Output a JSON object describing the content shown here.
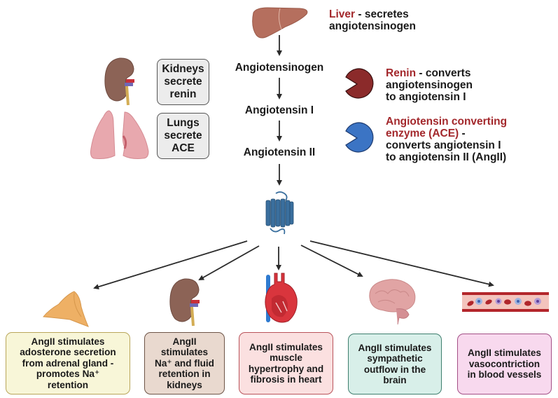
{
  "pathway": {
    "liver": {
      "name": "Liver",
      "rest": " - secretes",
      "line2": "angiotensinogen"
    },
    "steps": [
      "Angiotensinogen",
      "Angiotensin I",
      "Angiotensin II"
    ]
  },
  "organs": {
    "kidneys": [
      "Kidneys",
      "secrete",
      "renin"
    ],
    "lungs": [
      "Lungs",
      "secrete",
      "ACE"
    ]
  },
  "enzymes": {
    "renin": {
      "name": "Renin",
      "rest": " - converts",
      "line2": "angiotensinogen",
      "line3": "to angiotensin I",
      "color": "#8b2a2a"
    },
    "ace": {
      "name_line1": "Angiotensin converting",
      "name_line2": "enzyme (ACE)",
      "rest": " -",
      "line3": "converts angiotensin I",
      "line4": "to angiotensin II (AngII)",
      "color": "#3b74c4"
    }
  },
  "receptor": {
    "icon": "at1-receptor-icon",
    "color": "#3a6f9e"
  },
  "effects": [
    {
      "organ": "adrenal-gland",
      "lines": [
        "AngII stimulates",
        "adosterone secretion",
        "from adrenal gland  -",
        "promotes Na⁺",
        "retention"
      ],
      "bg": "#f8f6d8",
      "border": "#b9a65a"
    },
    {
      "organ": "kidney",
      "lines": [
        "AngII",
        "stimulates",
        "Na⁺ and fluid",
        "retention in",
        "kidneys"
      ],
      "bg": "#e9d9cf",
      "border": "#6e5548"
    },
    {
      "organ": "heart",
      "lines": [
        "AngII stimulates",
        "muscle",
        "hypertrophy and",
        "fibrosis in heart"
      ],
      "bg": "#fbe0e0",
      "border": "#b9535a"
    },
    {
      "organ": "brain",
      "lines": [
        "AngII stimulates",
        "sympathetic",
        "outflow in the",
        "brain"
      ],
      "bg": "#d8efe9",
      "border": "#3e7e6e"
    },
    {
      "organ": "blood-vessel",
      "lines": [
        "AngII stimulates",
        "vasocontriction",
        "in blood vessels"
      ],
      "bg": "#f8d9ee",
      "border": "#a34f86"
    }
  ],
  "colors": {
    "accent_red": "#a3282c",
    "arrow": "#2b2b2b"
  }
}
